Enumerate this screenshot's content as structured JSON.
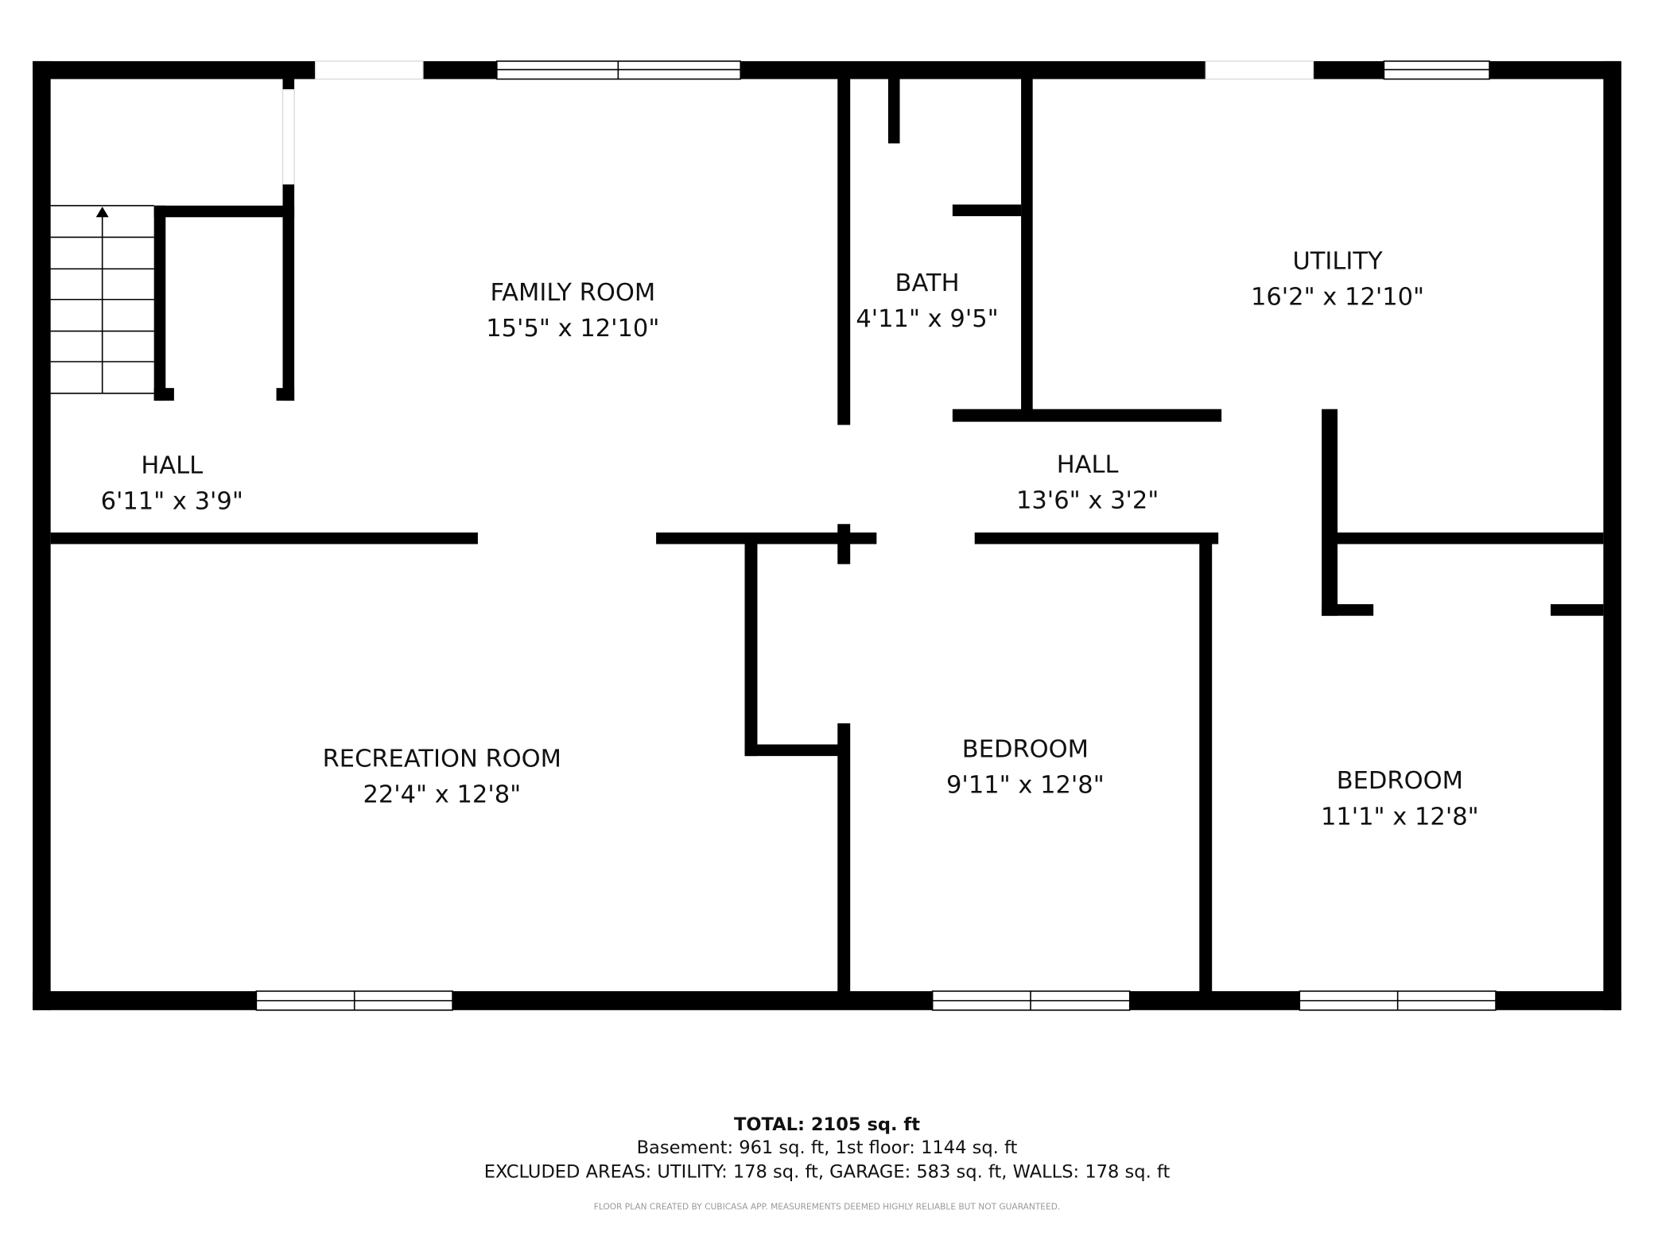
{
  "rooms": {
    "family_room": {
      "name": "FAMILY ROOM",
      "dims": "15'5\" x 12'10\""
    },
    "bath": {
      "name": "BATH",
      "dims": "4'11\" x 9'5\""
    },
    "utility": {
      "name": "UTILITY",
      "dims": "16'2\" x 12'10\""
    },
    "hall_left": {
      "name": "HALL",
      "dims": "6'11\" x 3'9\""
    },
    "hall_center": {
      "name": "HALL",
      "dims": "13'6\" x 3'2\""
    },
    "recreation_room": {
      "name": "RECREATION ROOM",
      "dims": "22'4\" x 12'8\""
    },
    "bedroom_1": {
      "name": "BEDROOM",
      "dims": "9'11\" x 12'8\""
    },
    "bedroom_2": {
      "name": "BEDROOM",
      "dims": "11'1\" x 12'8\""
    }
  },
  "footer": {
    "total": "TOTAL: 2105 sq. ft",
    "floors": "Basement: 961 sq. ft, 1st floor: 1144 sq. ft",
    "excluded": "EXCLUDED AREAS: UTILITY: 178 sq. ft, GARAGE: 583 sq. ft, WALLS: 178 sq. ft",
    "disclaimer": "FLOOR PLAN CREATED BY CUBICASA APP. MEASUREMENTS DEEMED HIGHLY RELIABLE BUT NOT GUARANTEED."
  }
}
